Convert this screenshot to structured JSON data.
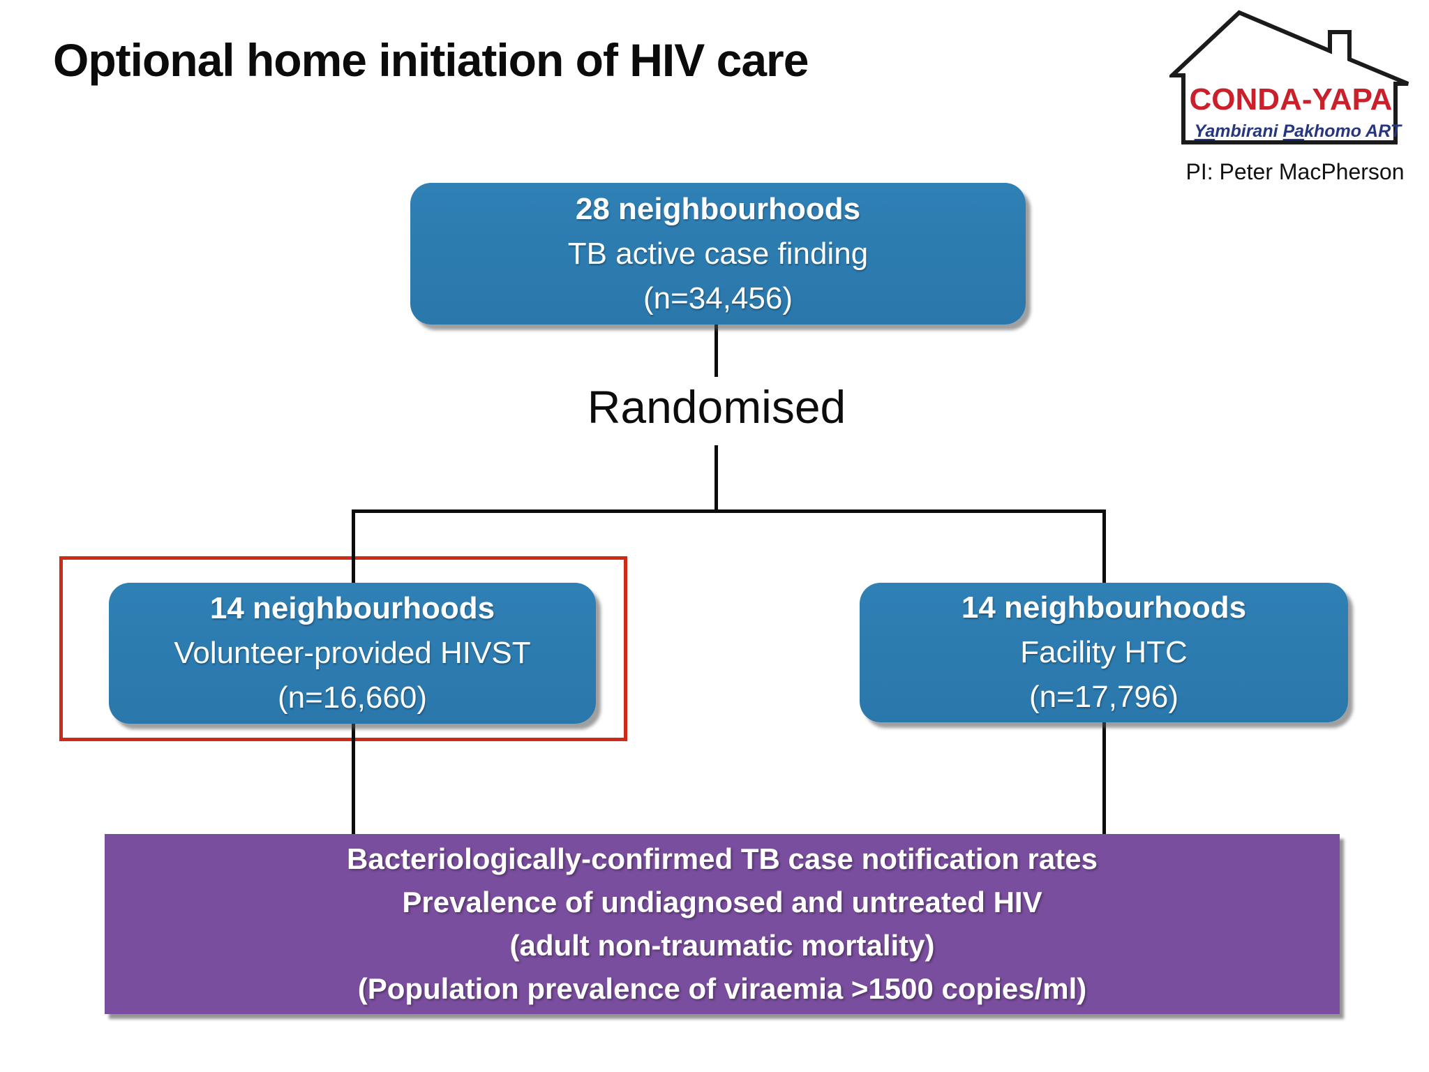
{
  "title": "Optional home initiation of HIV care",
  "logo": {
    "name": "CONDA-YAPA",
    "subtitle_parts": [
      "Ya",
      "mbirani ",
      "Pa",
      "khomo ART"
    ],
    "pi": "PI: Peter MacPherson",
    "brand_red": "#c9202b",
    "brand_blue": "#26367f"
  },
  "flow": {
    "top_box": {
      "lines": [
        "28 neighbourhoods",
        "TB active case finding",
        "(n=34,456)"
      ]
    },
    "randomised_label": "Randomised",
    "left_box": {
      "highlighted": true,
      "lines": [
        "14 neighbourhoods",
        "Volunteer-provided HIVST",
        "(n=16,660)"
      ]
    },
    "right_box": {
      "lines": [
        "14 neighbourhoods",
        "Facility HTC",
        "(n=17,796)"
      ]
    },
    "outcomes_box": {
      "lines": [
        "Bacteriologically-confirmed TB case notification rates",
        "Prevalence of undiagnosed and untreated HIV",
        "(adult non-traumatic mortality)",
        "(Population prevalence of viraemia >1500 copies/ml)"
      ]
    }
  },
  "colors": {
    "box_blue": "#2b79ad",
    "outcome_purple": "#7a4e9e",
    "highlight_red": "#ce2a17",
    "connector_black": "#0c0c0c"
  }
}
